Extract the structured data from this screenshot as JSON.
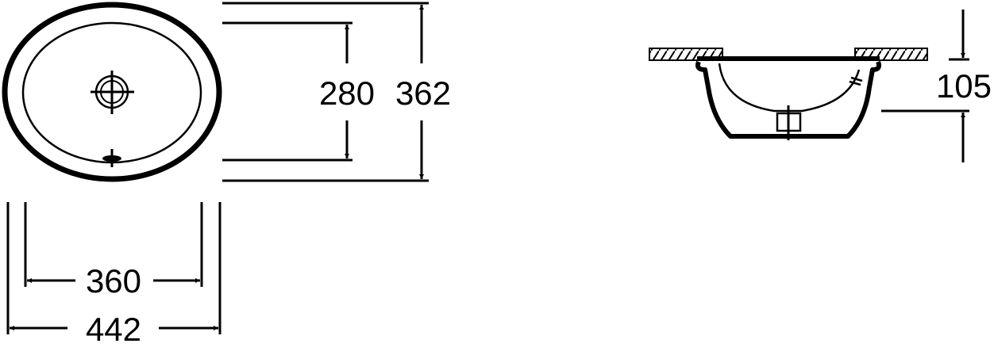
{
  "top_view": {
    "dimensions": {
      "inner_depth": "280",
      "outer_depth": "362",
      "inner_width": "360",
      "outer_width": "442"
    }
  },
  "side_view": {
    "dimensions": {
      "height": "105"
    }
  },
  "colors": {
    "line": "#000000",
    "background": "#ffffff"
  }
}
